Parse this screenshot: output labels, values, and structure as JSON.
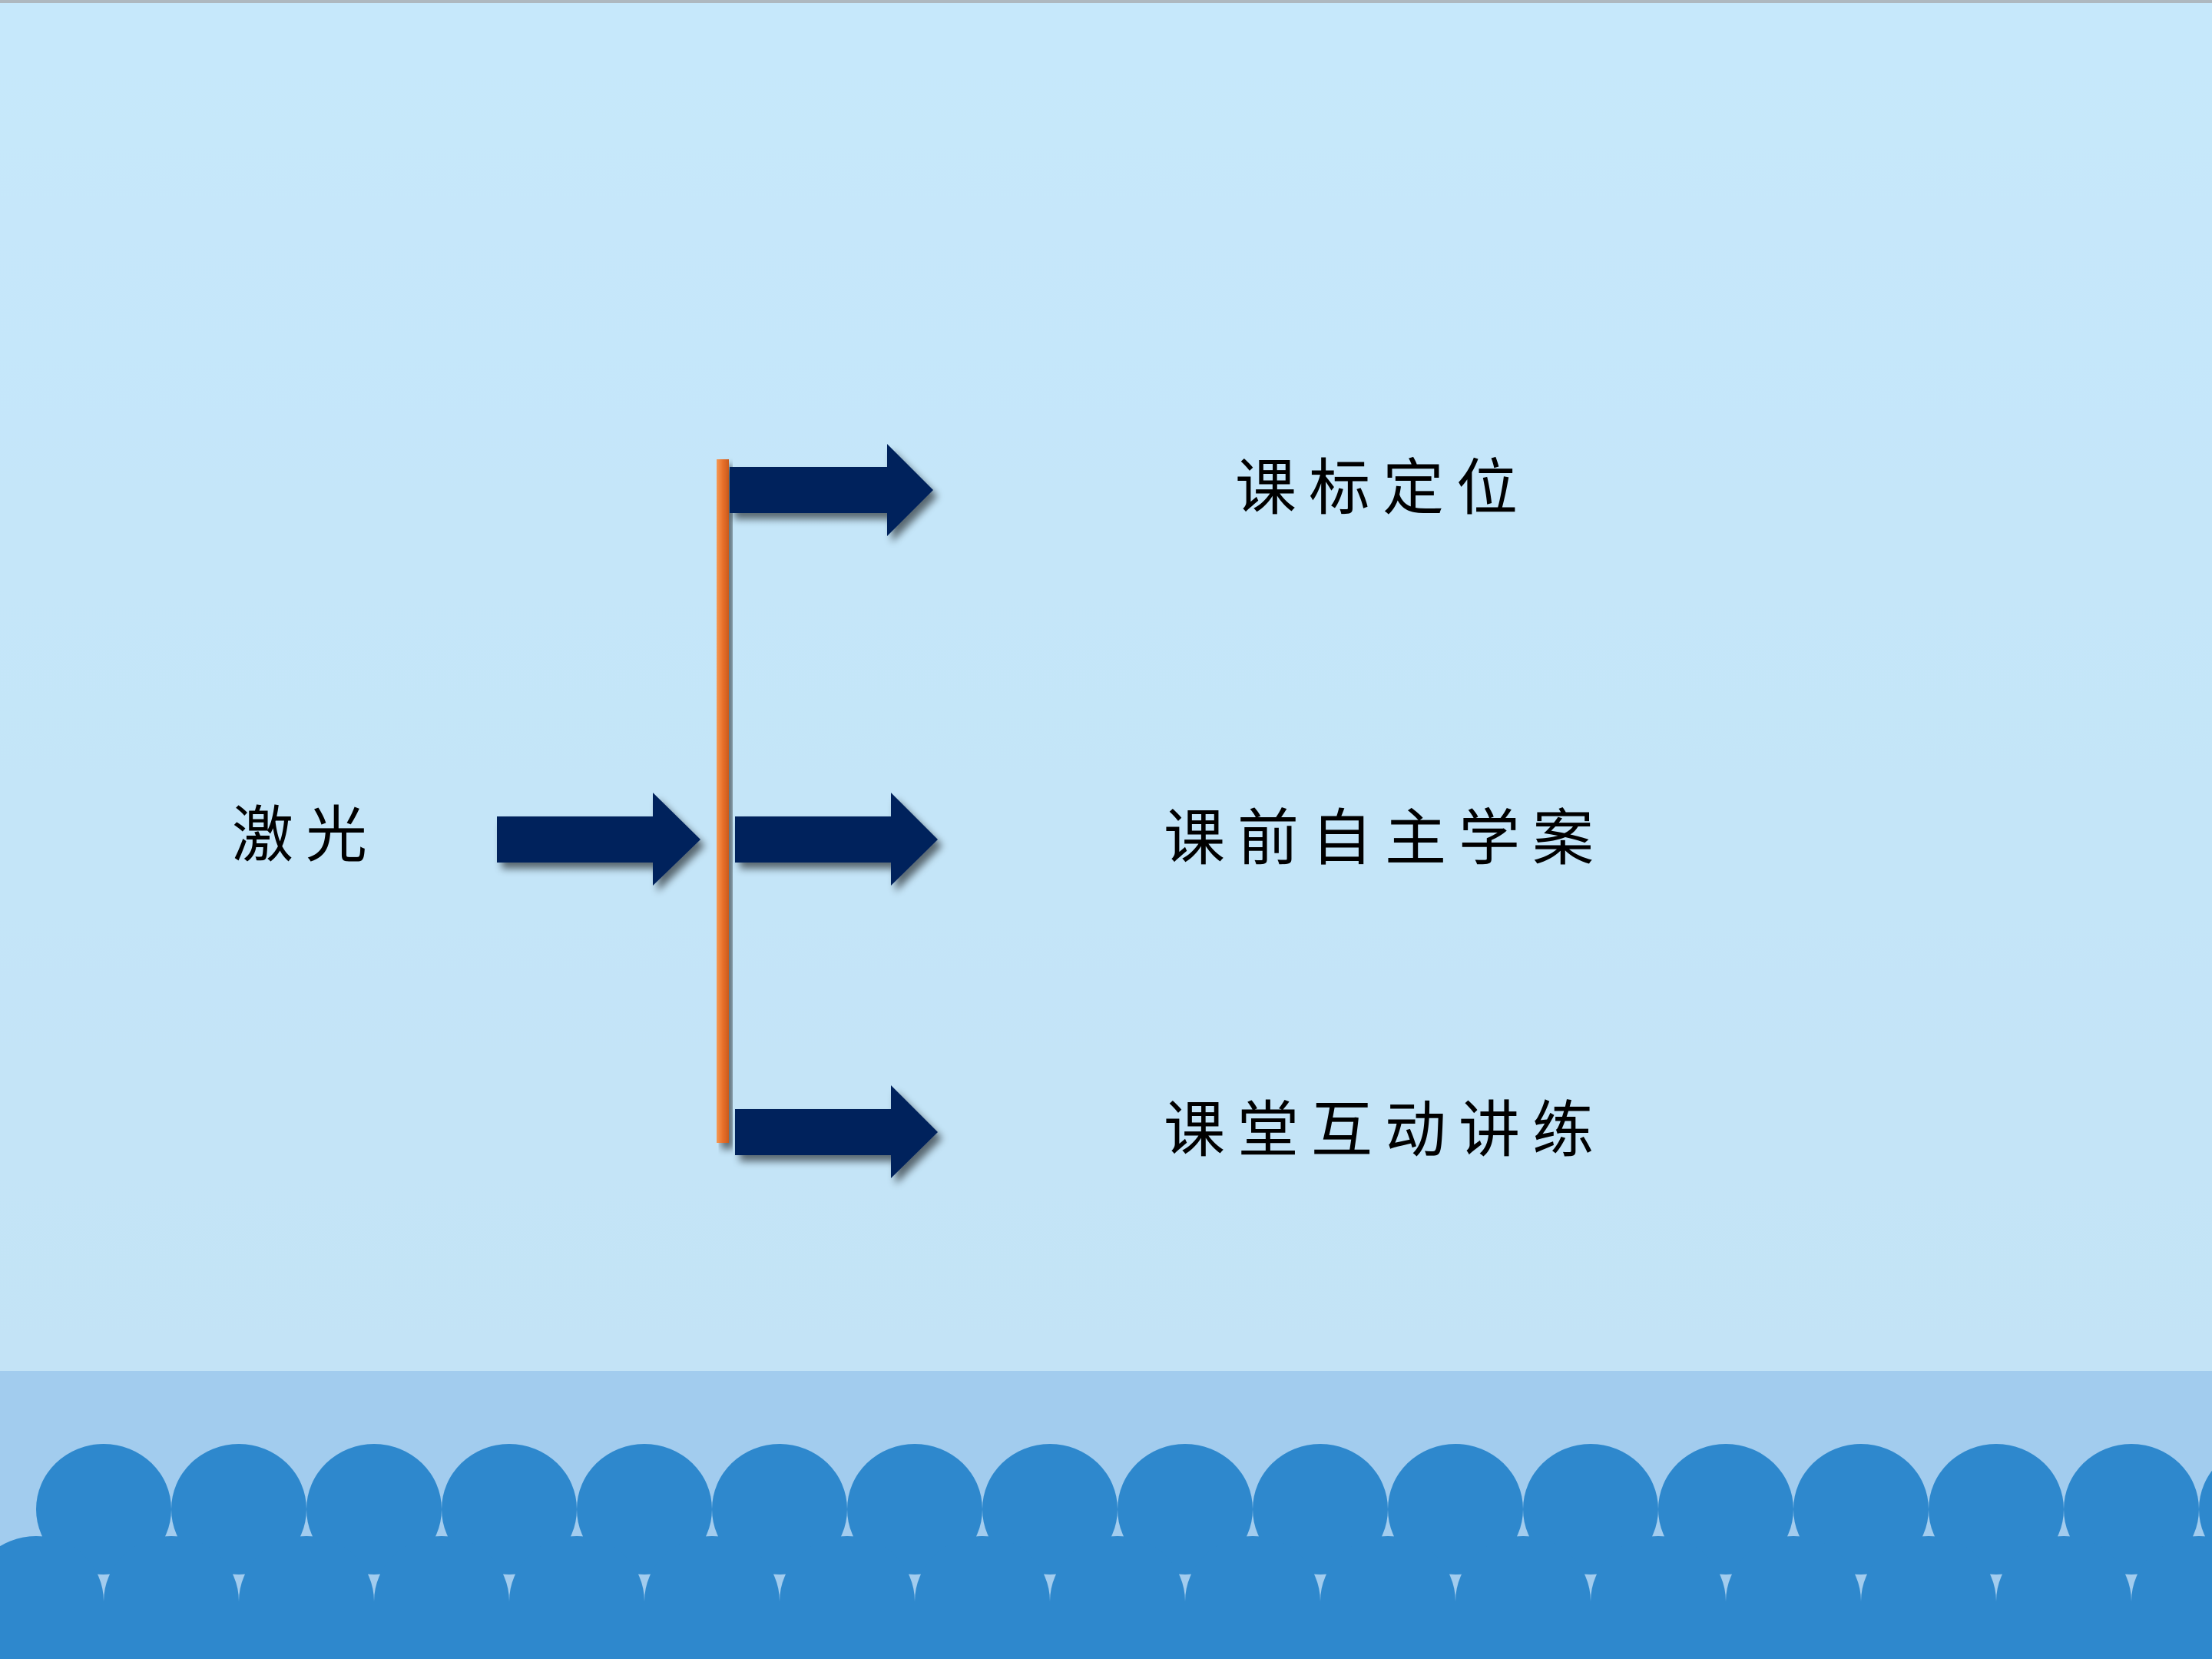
{
  "source": {
    "label": "激光"
  },
  "branches": [
    {
      "label": "课标定位"
    },
    {
      "label": "课前自主学案"
    },
    {
      "label": "课堂互动讲练"
    }
  ],
  "colors": {
    "background": "#c6e8fb",
    "arrow": "#00205b",
    "bracket_line": "#e9702a",
    "band": "#a2ccee",
    "waves": "#2e88cd"
  }
}
